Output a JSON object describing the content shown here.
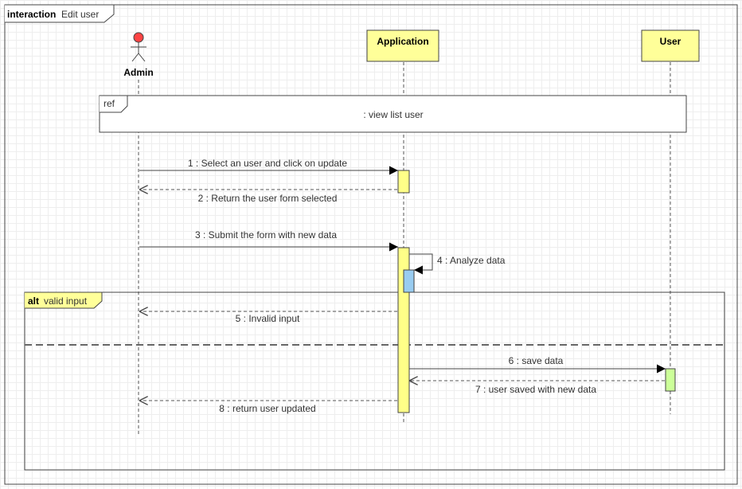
{
  "frame": {
    "keyword": "interaction",
    "name": "Edit user"
  },
  "lifelines": {
    "admin": {
      "label": "Admin",
      "kind": "actor"
    },
    "application": {
      "label": "Application"
    },
    "user": {
      "label": "User"
    }
  },
  "ref_fragment": {
    "tag": "ref",
    "text": ": view list user"
  },
  "alt_fragment": {
    "tag": "alt",
    "guard": "valid input"
  },
  "messages": [
    {
      "label": "1 : Select an user and click on update",
      "kind": "sync"
    },
    {
      "label": "2 : Return the user form selected",
      "kind": "return"
    },
    {
      "label": "3 : Submit the form with new data",
      "kind": "sync"
    },
    {
      "label": "4 : Analyze data",
      "kind": "self"
    },
    {
      "label": "5 : Invalid input",
      "kind": "return"
    },
    {
      "label": "6 : save data",
      "kind": "sync"
    },
    {
      "label": "7 : user saved with new data",
      "kind": "return"
    },
    {
      "label": "8 : return user updated",
      "kind": "return"
    }
  ],
  "colors": {
    "lifeline_fill": "#ffff99",
    "actor_head": "#ff4444",
    "activation_app": "#ffff88",
    "activation_self": "#99ccf0",
    "activation_user": "#ccff99"
  }
}
